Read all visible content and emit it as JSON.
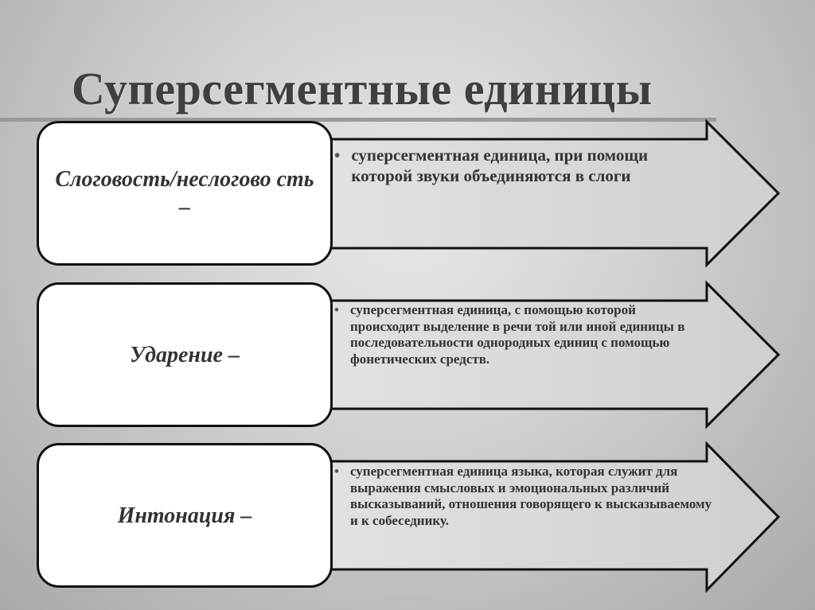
{
  "slide": {
    "title": "Супeрсегментные единицы",
    "items": [
      {
        "term": "Слоговость/неслогово сть –",
        "description": "суперсегментная единица, при помощи которой звуки объединяются в слоги"
      },
      {
        "term": "Ударение –",
        "description": "суперсегментная единица, с помощью которой происходит выделение в речи той или иной единицы в последовательности однородных единиц с помощью фонетических средств."
      },
      {
        "term": "Интонация –",
        "description": "суперсегментная единица языка, которая служит для выражения смысловых и эмоциональных различий высказываний, отношения говорящего к высказываемому и к собеседнику."
      }
    ],
    "bullet": "•"
  },
  "colors": {
    "arrow_fill": "#d4d4d4",
    "arrow_stroke": "#111111",
    "box_fill": "#ffffff",
    "text": "#333333",
    "title": "#3f3f3f"
  }
}
